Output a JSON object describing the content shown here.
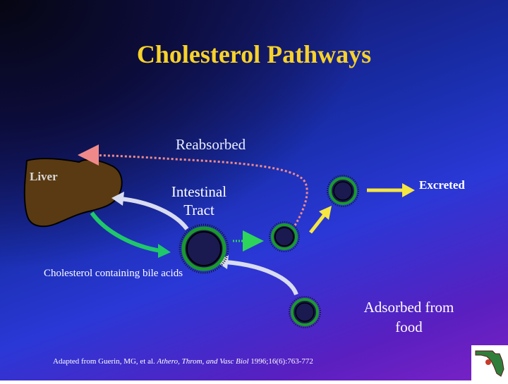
{
  "slide": {
    "title": "Cholesterol Pathways",
    "labels": {
      "reabsorbed": "Reabsorbed",
      "liver": "Liver",
      "intestinal_tract": "Intestinal Tract",
      "excreted": "Excreted",
      "bile_acids": "Cholesterol containing bile acids",
      "absorbed_from_food": "Adsorbed from food"
    },
    "citation": {
      "prefix": "Adapted from Guerin, MG, et al. ",
      "journal": "Athero, Throm, and Vasc Biol",
      "suffix": " 1996;16(6):763-772"
    }
  },
  "colors": {
    "title": "#f7d22a",
    "liver": "#5a3a12",
    "reabsorbed_arrow": "#f08a8a",
    "bile_arrow": "#1fc86a",
    "food_arrow": "#d8dcf0",
    "excreted_arrow": "#f5e642",
    "transfer_arrow": "#2dd65a",
    "micelle_ring": "#1a9a2a"
  },
  "icons": {
    "liver": "liver-shape",
    "micelle": "micelle-circle",
    "logo": "florida-map-logo"
  }
}
